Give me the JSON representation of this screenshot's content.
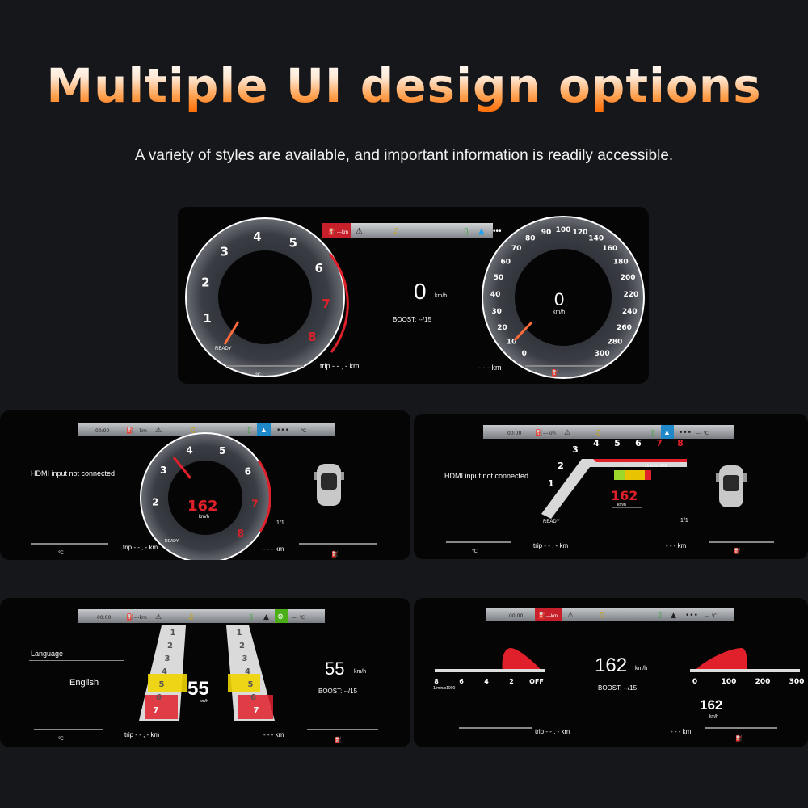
{
  "header": {
    "title": "Multiple UI design options",
    "subtitle": "A variety of styles are available, and important information is readily accessible."
  },
  "colors": {
    "accent_orange": "#ff6a00",
    "accent_red": "#e0202a",
    "bg": "#15171b"
  },
  "panel1": {
    "status": {
      "odo": "---km",
      "extra": "•••"
    },
    "tach_numbers": [
      "1",
      "2",
      "3",
      "4",
      "5",
      "6",
      "7",
      "8"
    ],
    "tach_label": "READY",
    "speed_value": "0",
    "speed_unit": "km/h",
    "boost": "BOOST: --/15",
    "trip": "trip - - , -  km",
    "range": "- - -  km",
    "temp": "℃",
    "speedo_numbers": [
      "0",
      "10",
      "20",
      "30",
      "40",
      "50",
      "60",
      "70",
      "80",
      "90",
      "100",
      "120",
      "140",
      "160",
      "180",
      "200",
      "220",
      "240",
      "260",
      "280",
      "300"
    ],
    "speedo_center_value": "0",
    "speedo_center_unit": "km/h"
  },
  "panel2": {
    "time": "00:00",
    "odo": "---km",
    "temp": "---  ℃",
    "hdmi": "HDMI input not connected",
    "tach_numbers": [
      "2",
      "3",
      "4",
      "5",
      "6",
      "7",
      "8"
    ],
    "speed_value": "162",
    "speed_unit": "km/h",
    "tach_label": "READY",
    "page": "1/1",
    "trip": "trip - - , -  km",
    "range": "- - -  km",
    "temp_small": "℃"
  },
  "panel3": {
    "time": "00:00",
    "odo": "---km",
    "temp": "---  ℃",
    "hdmi": "HDMI input not connected",
    "tach_numbers": [
      "1",
      "2",
      "3",
      "4",
      "5",
      "6",
      "7",
      "8"
    ],
    "rpm_label": "1/min/x1000",
    "speed_value": "162",
    "speed_unit": "km/h",
    "tach_label": "READY",
    "page": "1/1",
    "trip": "trip - - , -  km",
    "range": "- - -  km",
    "temp_small": "℃"
  },
  "panel4": {
    "time": "00:00",
    "odo": "---km",
    "temp": "---  ℃",
    "menu_title": "Language",
    "menu_value": "English",
    "gear_numbers": [
      "1",
      "2",
      "3",
      "4",
      "5",
      "6",
      "7"
    ],
    "center_speed": "55",
    "center_unit": "km/h",
    "speed_value": "55",
    "speed_unit": "km/h",
    "boost": "BOOST: --/15",
    "trip": "trip - - , -  km",
    "range": "- - -  km",
    "temp_small": "℃"
  },
  "panel5": {
    "time": "00:00",
    "odo": "---km",
    "temp": "---  ℃",
    "rpm_scale": [
      "8",
      "6",
      "4",
      "2",
      "OFF"
    ],
    "rpm_label": "1/min/x1000",
    "speed_scale": [
      "0",
      "100",
      "200",
      "300"
    ],
    "speed_value": "162",
    "speed_unit": "km/h",
    "boost": "BOOST: --/15",
    "small_speed": "162",
    "small_unit": "km/h",
    "trip": "trip - - , -  km",
    "range": "- - -  km"
  }
}
